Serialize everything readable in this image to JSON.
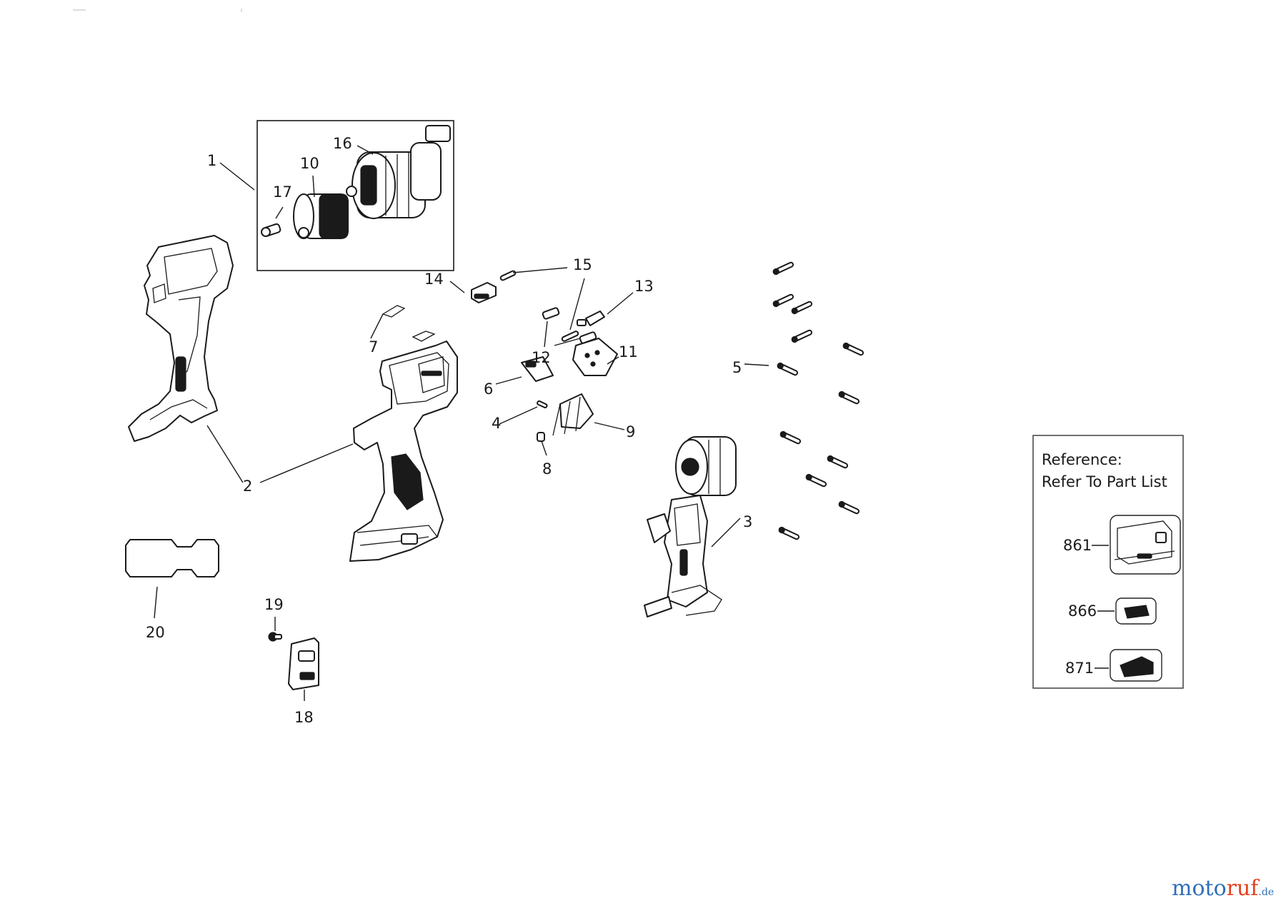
{
  "callouts": [
    {
      "id": "1",
      "label": "1"
    },
    {
      "id": "2",
      "label": "2"
    },
    {
      "id": "3",
      "label": "3"
    },
    {
      "id": "4",
      "label": "4"
    },
    {
      "id": "5",
      "label": "5"
    },
    {
      "id": "6",
      "label": "6"
    },
    {
      "id": "7",
      "label": "7"
    },
    {
      "id": "8",
      "label": "8"
    },
    {
      "id": "9",
      "label": "9"
    },
    {
      "id": "10",
      "label": "10"
    },
    {
      "id": "11",
      "label": "11"
    },
    {
      "id": "12",
      "label": "12"
    },
    {
      "id": "13",
      "label": "13"
    },
    {
      "id": "14",
      "label": "14"
    },
    {
      "id": "15",
      "label": "15"
    },
    {
      "id": "16",
      "label": "16"
    },
    {
      "id": "17",
      "label": "17"
    },
    {
      "id": "18",
      "label": "18"
    },
    {
      "id": "19",
      "label": "19"
    },
    {
      "id": "20",
      "label": "20"
    }
  ],
  "reference": {
    "title": "Reference:",
    "subtitle": "Refer To Part List",
    "items": [
      {
        "label": "861"
      },
      {
        "label": "866"
      },
      {
        "label": "871"
      }
    ]
  },
  "watermark": {
    "part_a": "moto",
    "part_b": "ruf",
    "part_c": ".de"
  }
}
